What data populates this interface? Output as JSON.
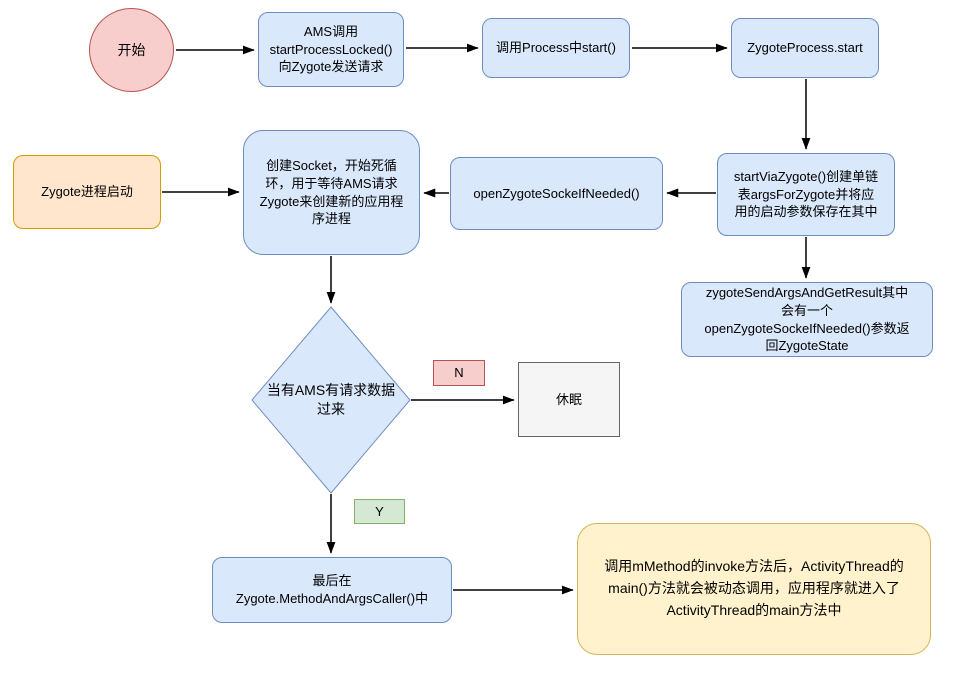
{
  "diagram": {
    "type": "flowchart",
    "topic": "Android Zygote / AMS application process start flow"
  },
  "colors": {
    "node_blue_fill": "#dae8fc",
    "node_blue_stroke": "#6c8ebf",
    "node_red_fill": "#f8cecc",
    "node_red_stroke": "#b85450",
    "node_orange_fill": "#ffe6cc",
    "node_orange_stroke": "#d79b00",
    "node_yellow_fill": "#fff2cc",
    "node_yellow_stroke": "#d6b656",
    "node_gray_fill": "#f5f5f5",
    "node_gray_stroke": "#666666",
    "node_green_fill": "#d5e8d4",
    "node_green_stroke": "#82b366",
    "connector": "#000000",
    "background": "#ffffff"
  },
  "nodes": {
    "start": {
      "label": "开始",
      "shape": "circle"
    },
    "ams_call": {
      "label": "AMS调用\nstartProcessLocked()\n向Zygote发送请求",
      "shape": "rounded-rect"
    },
    "process_start": {
      "label": "调用Process中start()",
      "shape": "rounded-rect"
    },
    "zygote_process_start": {
      "label": "ZygoteProcess.start",
      "shape": "rounded-rect"
    },
    "start_via_zygote": {
      "label": "startViaZygote()创建单链\n表argsForZygote并将应\n用的启动参数保存在其中",
      "shape": "rounded-rect"
    },
    "zygote_send_args": {
      "label": "zygoteSendArgsAndGetResult其中\n会有一个\nopenZygoteSockeIfNeeded()参数返\n回ZygoteState",
      "shape": "rounded-rect"
    },
    "open_zygote_socket": {
      "label": "openZygoteSockeIfNeeded()",
      "shape": "rounded-rect"
    },
    "create_socket": {
      "label": "创建Socket，开始死循\n环，用于等待AMS请求\nZygote来创建新的应用程\n序进程",
      "shape": "rounded-rect"
    },
    "zygote_launch": {
      "label": "Zygote进程启动",
      "shape": "rounded-rect"
    },
    "decision_ams_request": {
      "label": "当有AMS有请求数据\n过来",
      "shape": "diamond"
    },
    "branch_no": {
      "label": "N"
    },
    "sleep": {
      "label": "休眠",
      "shape": "rect"
    },
    "branch_yes": {
      "label": "Y"
    },
    "method_and_args_caller": {
      "label": "最后在\nZygote.MethodAndArgsCaller()中",
      "shape": "rounded-rect"
    },
    "activity_thread_main": {
      "label": "调用mMethod的invoke方法后，ActivityThread的\nmain()方法就会被动态调用，应用程序就进入了\nActivityThread的main方法中",
      "shape": "rounded-rect"
    }
  }
}
